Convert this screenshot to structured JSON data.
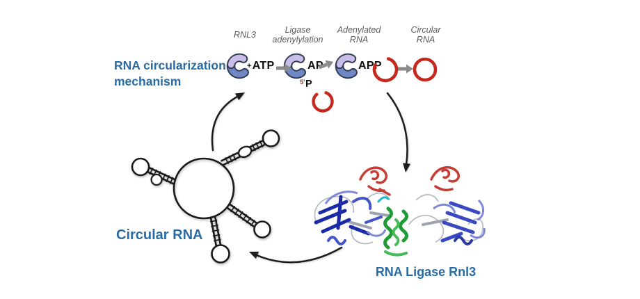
{
  "figure": {
    "annotations": {
      "mechanism_title": "RNA circularization mechanism",
      "circular_rna_label": "Circular RNA",
      "protein_label": "RNA Ligase Rnl3"
    },
    "pathway": {
      "stage_labels": [
        "RNL3",
        "Ligase adenylylation",
        "Adenylated RNA",
        "Circular RNA"
      ],
      "enzyme_texts": [
        {
          "prefix": "+",
          "label": "ATP"
        },
        {
          "prefix": "",
          "label": "AP"
        },
        {
          "prefix": "",
          "label": "APP"
        }
      ],
      "substrate": {
        "sup": "5'",
        "label": "P"
      }
    },
    "colors": {
      "accent_blue": "#2b6ba3",
      "rna_red": "#c5281c",
      "enzyme_purple": "#c9bde9",
      "enzyme_blue": "#6f87c5",
      "enzyme_outline": "#333c52",
      "reaction_arrow_gray": "#8b8b8b",
      "stage_label_gray": "#5c5c5c",
      "flow_arrow_black": "#1c1c1c",
      "rna_line_black": "#1a1a1a",
      "protein_dark_blue": "#1b2aa6",
      "protein_mid_blue": "#4353c9",
      "protein_light_blue": "#7e88d8",
      "protein_right_blue": "#3a49c2",
      "protein_red": "#c63d35",
      "protein_green": "#1f9c36",
      "protein_light_green": "#44bb58",
      "protein_cyan": "#1fb7c8",
      "protein_gray": "#b9bcc4"
    }
  }
}
